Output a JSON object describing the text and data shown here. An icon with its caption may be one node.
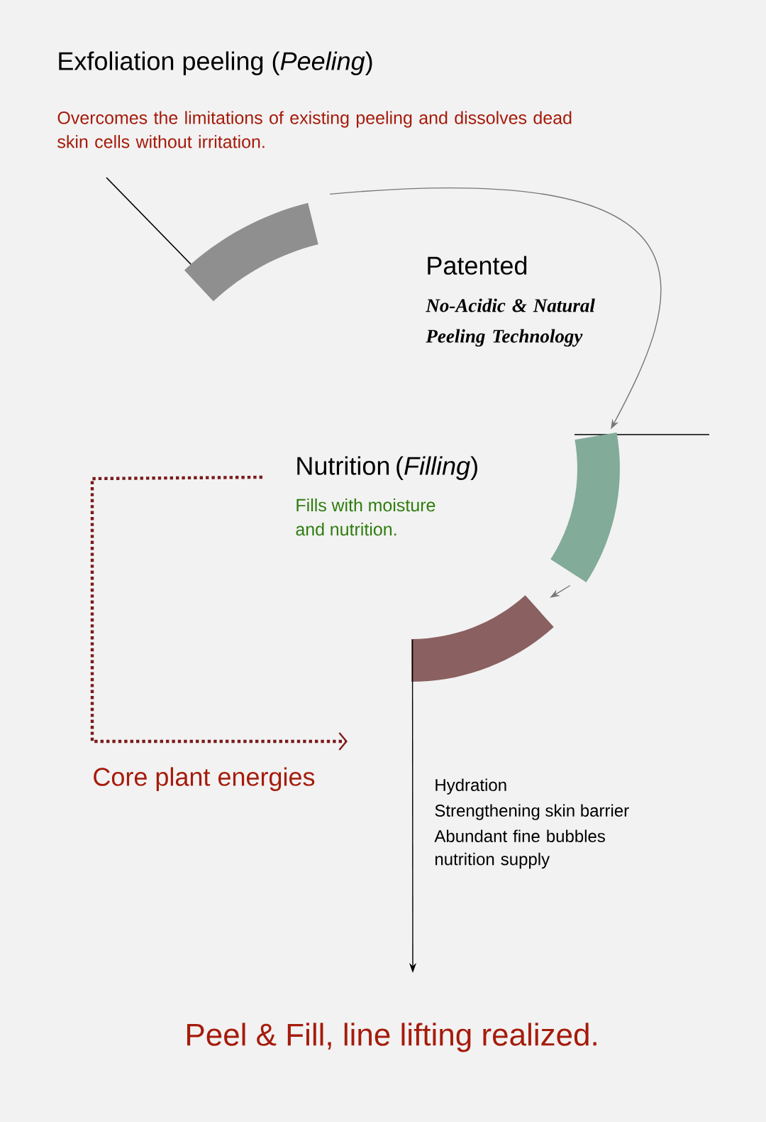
{
  "diagram": {
    "nodes": [
      {
        "text": [],
        "shape": "arc"
      },
      {
        "text": [],
        "shape": "arc"
      },
      {
        "text": [],
        "shape": "arc"
      },
      {
        "text": [
          "Nutrition (*Filling*)",
          "Fills with moisture and nutrition."
        ]
      }
    ],
    "edges": [
      {
        "from": 0,
        "to": 1,
        "arrow": "to"
      },
      {
        "from": 1,
        "to": 2,
        "arrow": "to"
      },
      {
        "from": 2,
        "to": null,
        "arrow": "to",
        "color": "#000000"
      },
      {
        "from": 3,
        "to": null,
        "arrow": "to",
        "style": "dashed",
        "color": "#7b1b1b"
      }
    ],
    "labels": [
      "Exfoliation peeling (*Peeling*)",
      "Overcomes the limitations of existing peeling and dissolves dead skin cells without irritation.",
      "Patented",
      "No-Acidic & Natural Peeling Technology",
      "Core plant energies",
      "Hydration",
      "Strengthening skin barrier",
      "Abundant fine bubbles nutrition supply",
      "Peel & Fill, line lifting realized."
    ]
  }
}
